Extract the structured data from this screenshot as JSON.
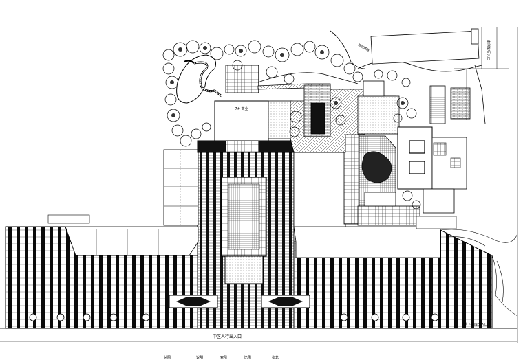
{
  "labels": {
    "main_entrance": "中区人行出入口",
    "side_entrance": "地下车库出入口",
    "top_right_entrance": "南侧车行入口",
    "top_road_note": "规划道路",
    "hall_title": "7# 商业",
    "footer": [
      "总图",
      "说明",
      "索引",
      "比例",
      "指北"
    ]
  }
}
